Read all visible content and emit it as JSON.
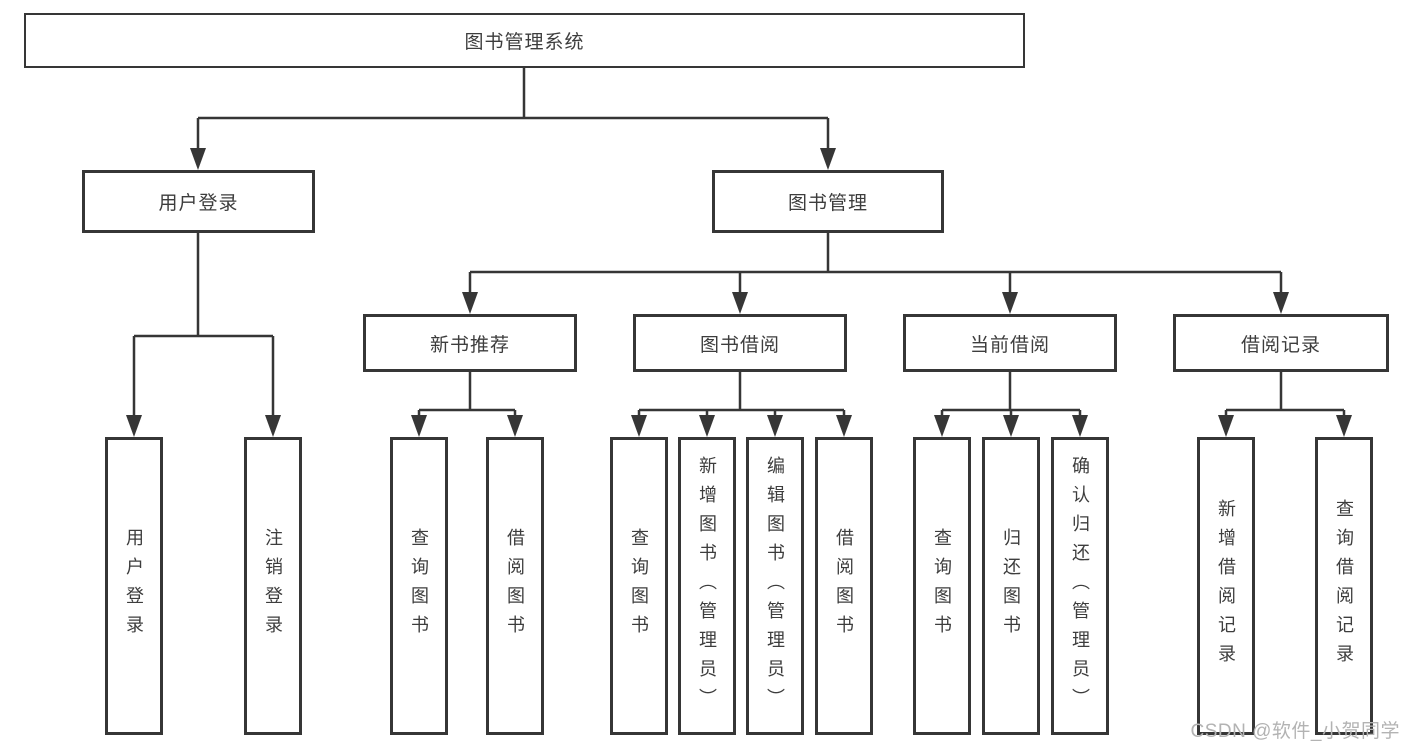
{
  "colors": {
    "line": "#363636",
    "text": "#3d3d3d",
    "watermark": "#b3b3b3"
  },
  "watermark": "CSDN @软件_小贺同学",
  "tree": {
    "label": "图书管理系统",
    "children": [
      {
        "label": "用户登录",
        "children": [
          {
            "label": "用户登录"
          },
          {
            "label": "注销登录"
          }
        ]
      },
      {
        "label": "图书管理",
        "children": [
          {
            "label": "新书推荐",
            "children": [
              {
                "label": "查询图书"
              },
              {
                "label": "借阅图书"
              }
            ]
          },
          {
            "label": "图书借阅",
            "children": [
              {
                "label": "查询图书"
              },
              {
                "label": "新增图书（管理员）"
              },
              {
                "label": "编辑图书（管理员）"
              },
              {
                "label": "借阅图书"
              }
            ]
          },
          {
            "label": "当前借阅",
            "children": [
              {
                "label": "查询图书"
              },
              {
                "label": "归还图书"
              },
              {
                "label": "确认归还（管理员）"
              }
            ]
          },
          {
            "label": "借阅记录",
            "children": [
              {
                "label": "新增借阅记录"
              },
              {
                "label": "查询借阅记录"
              }
            ]
          }
        ]
      }
    ]
  }
}
